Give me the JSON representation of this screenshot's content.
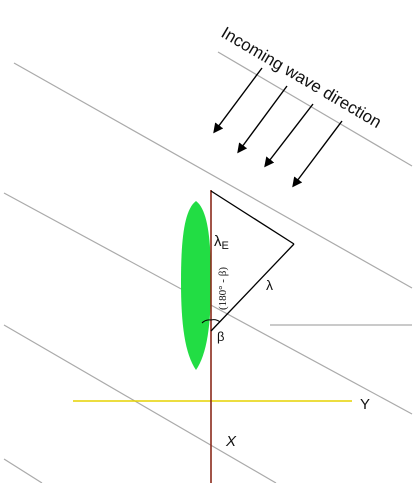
{
  "title": "Incoming wave direction",
  "labels": {
    "lambda_e": "λ",
    "lambda_e_sub": "E",
    "lambda": "λ",
    "angle": "(180° - β)",
    "beta": "β",
    "x_axis": "X",
    "y_axis": "Y"
  },
  "colors": {
    "wave_lines": "#aaaaaa",
    "ship_fill": "#22dd44",
    "ship_axis": "#8a2a1a",
    "y_axis": "#e6d200",
    "triangle": "#000000",
    "arrows": "#000000"
  }
}
